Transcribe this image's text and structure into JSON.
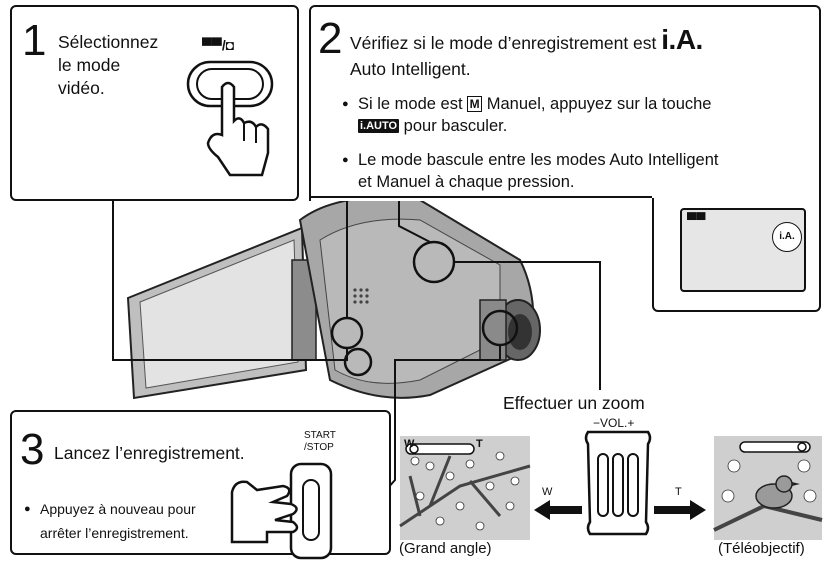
{
  "step1": {
    "number": "1",
    "line1": "Sélectionnez",
    "line2": "le mode",
    "line3": "vidéo.",
    "button_icon": "video-photo-switch-icon",
    "button_label": "📽/◘"
  },
  "step2": {
    "number": "2",
    "line1_prefix": "Vérifiez si le mode d’enregistrement est",
    "line1_ia": "i.A.",
    "line2": "Auto Intelligent.",
    "bullet1_pre": "Si le mode est",
    "bullet1_badge": "M",
    "bullet1_post": "Manuel, appuyez sur la touche",
    "bullet1_line2_badge": "i.AUTO",
    "bullet1_line2_post": "pour basculer.",
    "bullet2_line1": "Le mode bascule entre les modes Auto Intelligent",
    "bullet2_line2": "et Manuel à chaque pression.",
    "lcd_ia_label": "i.A."
  },
  "step3": {
    "number": "3",
    "title": "Lancez l’enregistrement.",
    "button_top": "START",
    "button_bottom": "/STOP",
    "bullet_line1": "Appuyez à nouveau pour",
    "bullet_line2": "arrêter l’enregistrement."
  },
  "zoom": {
    "title": "Effectuer un zoom",
    "vol_label": "−VOL.+",
    "w_label": "W",
    "t_label": "T",
    "wide_caption": "(Grand angle)",
    "tele_caption": "(Téléobjectif)"
  }
}
